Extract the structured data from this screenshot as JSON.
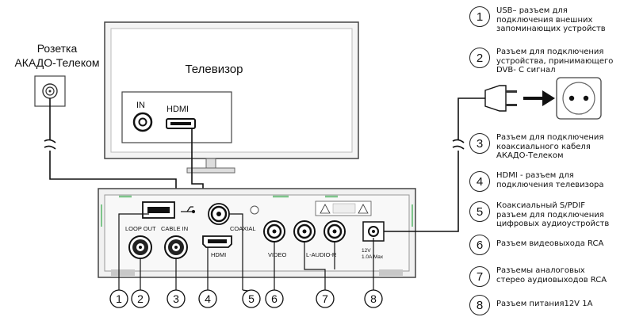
{
  "socket_label": [
    "Розетка",
    "АКАДО-Телеком"
  ],
  "tv": {
    "title": "Телевизор",
    "in_label": "IN",
    "hdmi_label": "HDMI"
  },
  "device": {
    "loop_out": "LOOP OUT",
    "cable_in": "CABLE IN",
    "coaxial": "COAXIAL",
    "hdmi": "HDMI",
    "video": "VIDEO",
    "audio": "L-AUDIO-R",
    "power": [
      "12V",
      "1.0A Max"
    ]
  },
  "callouts": [
    "1",
    "2",
    "3",
    "4",
    "5",
    "6",
    "7",
    "8"
  ],
  "legend": [
    {
      "num": "1",
      "text": [
        "USB– разъем для",
        "подключения внешних",
        "запоминающих устройств"
      ]
    },
    {
      "num": "2",
      "text": [
        "Разъем для подключения",
        "устройства, принимающего",
        "DVB- C сигнал"
      ]
    },
    {
      "num": "3",
      "text": [
        "Разъем для подключения",
        "коаксиального кабеля",
        "АКАДО-Телеком"
      ]
    },
    {
      "num": "4",
      "text": [
        "HDMI - разъем для",
        "подключения телевизора"
      ]
    },
    {
      "num": "5",
      "text": [
        "Коаксиальный S/PDIF",
        "разъем для подключения",
        "цифровых аудиоустройств"
      ]
    },
    {
      "num": "6",
      "text": [
        "Разъем видеовыхода RCA"
      ]
    },
    {
      "num": "7",
      "text": [
        "Разъемы аналоговых",
        "стерео аудиовыходов RCA"
      ]
    },
    {
      "num": "8",
      "text": [
        "Разъем питания12V 1A"
      ]
    }
  ]
}
